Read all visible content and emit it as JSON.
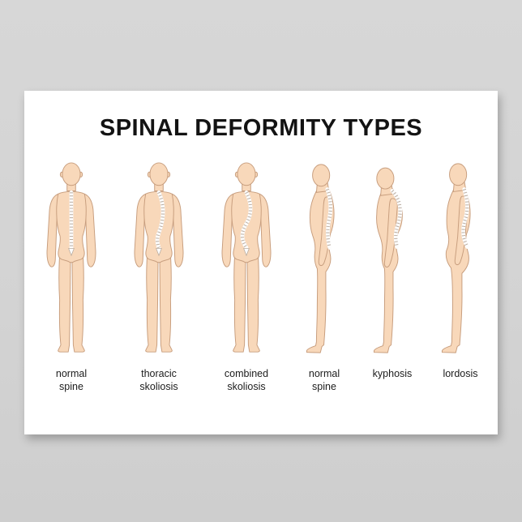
{
  "poster": {
    "title": "SPINAL DEFORMITY TYPES",
    "figures": [
      {
        "view": "front",
        "condition": "normal spine",
        "label_line1": "normal",
        "label_line2": "spine"
      },
      {
        "view": "front",
        "condition": "thoracic skoliosis",
        "label_line1": "thoracic",
        "label_line2": "skoliosis"
      },
      {
        "view": "front",
        "condition": "combined skoliosis",
        "label_line1": "combined",
        "label_line2": "skoliosis"
      },
      {
        "view": "side",
        "condition": "normal spine",
        "label_line1": "normal",
        "label_line2": "spine"
      },
      {
        "view": "side",
        "condition": "kyphosis",
        "label_line1": "kyphosis",
        "label_line2": ""
      },
      {
        "view": "side",
        "condition": "lordosis",
        "label_line1": "lordosis",
        "label_line2": ""
      }
    ],
    "colors": {
      "wall": "#d4d4d4",
      "poster_background": "#ffffff",
      "skin": "#f8d8ba",
      "outline": "#c79d7d",
      "spine_white": "#fdfdfd",
      "spine_detail": "#b9aca0",
      "title_text": "#131313",
      "label_text": "#1c1c1c"
    }
  }
}
